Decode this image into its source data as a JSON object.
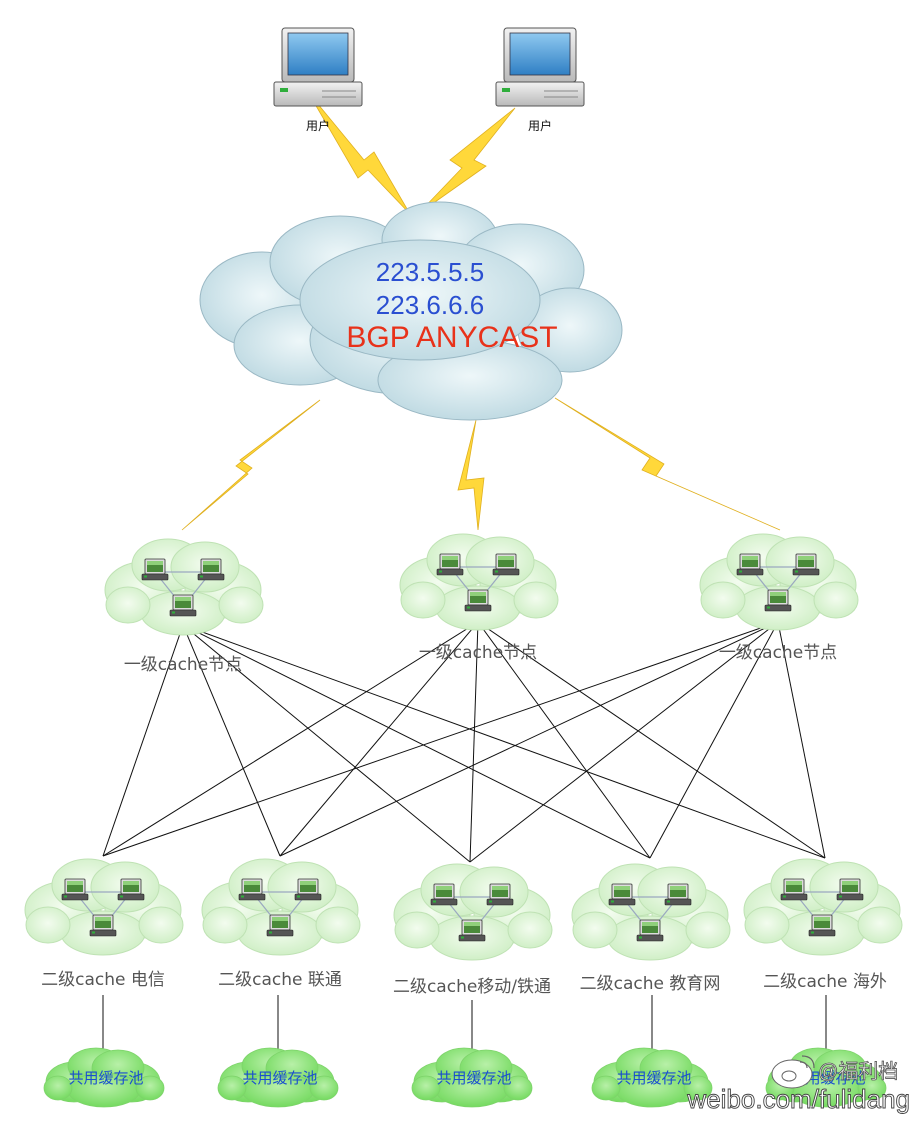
{
  "users": [
    {
      "label": "用户"
    },
    {
      "label": "用户"
    }
  ],
  "anycast": {
    "ip1": "223.5.5.5",
    "ip2": "223.6.6.6",
    "label": "BGP  ANYCAST"
  },
  "l1_nodes": [
    {
      "label": "一级cache节点"
    },
    {
      "label": "一级cache节点"
    },
    {
      "label": "一级cache节点"
    }
  ],
  "l2_nodes": [
    {
      "label": "二级cache 电信"
    },
    {
      "label": "二级cache 联通"
    },
    {
      "label": "二级cache移动/铁通"
    },
    {
      "label": "二级cache 教育网"
    },
    {
      "label": "二级cache 海外"
    }
  ],
  "pools": [
    {
      "label": "共用缓存池"
    },
    {
      "label": "共用缓存池"
    },
    {
      "label": "共用缓存池"
    },
    {
      "label": "共用缓存池"
    },
    {
      "label": "共用缓存池"
    }
  ],
  "watermark": {
    "handle": "@福利档",
    "url": "weibo.com/fulidang"
  },
  "colors": {
    "main_cloud": "#cfe3ea",
    "node_cloud": "#dff5d8",
    "pool_cloud": "#8ee27a",
    "lightning": "#ffd83a",
    "ip_text": "#2a4fd1",
    "bgp_text": "#e8321a",
    "pool_text": "#1a4fcf"
  }
}
